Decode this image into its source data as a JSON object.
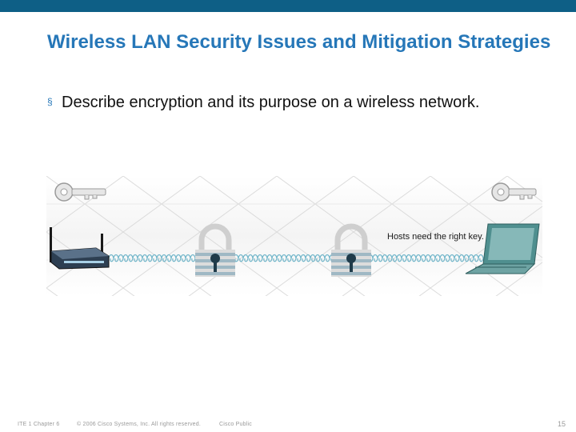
{
  "header": {
    "bar_color": "#0e5f86"
  },
  "slide": {
    "title": "Wireless LAN Security Issues and Mitigation Strategies",
    "title_color": "#2677b8",
    "bullet_marker": "§",
    "bullet": "Describe encryption and its purpose on a wireless network."
  },
  "illustration": {
    "caption": "Hosts need the right key.",
    "icons": [
      "key-icon",
      "key-icon",
      "wireless-router-icon",
      "padlock-icon",
      "padlock-icon",
      "laptop-icon"
    ]
  },
  "footer": {
    "course": "ITE 1 Chapter 6",
    "copyright": "© 2006 Cisco Systems, Inc. All rights reserved.",
    "classification": "Cisco Public",
    "page_number": "15"
  }
}
